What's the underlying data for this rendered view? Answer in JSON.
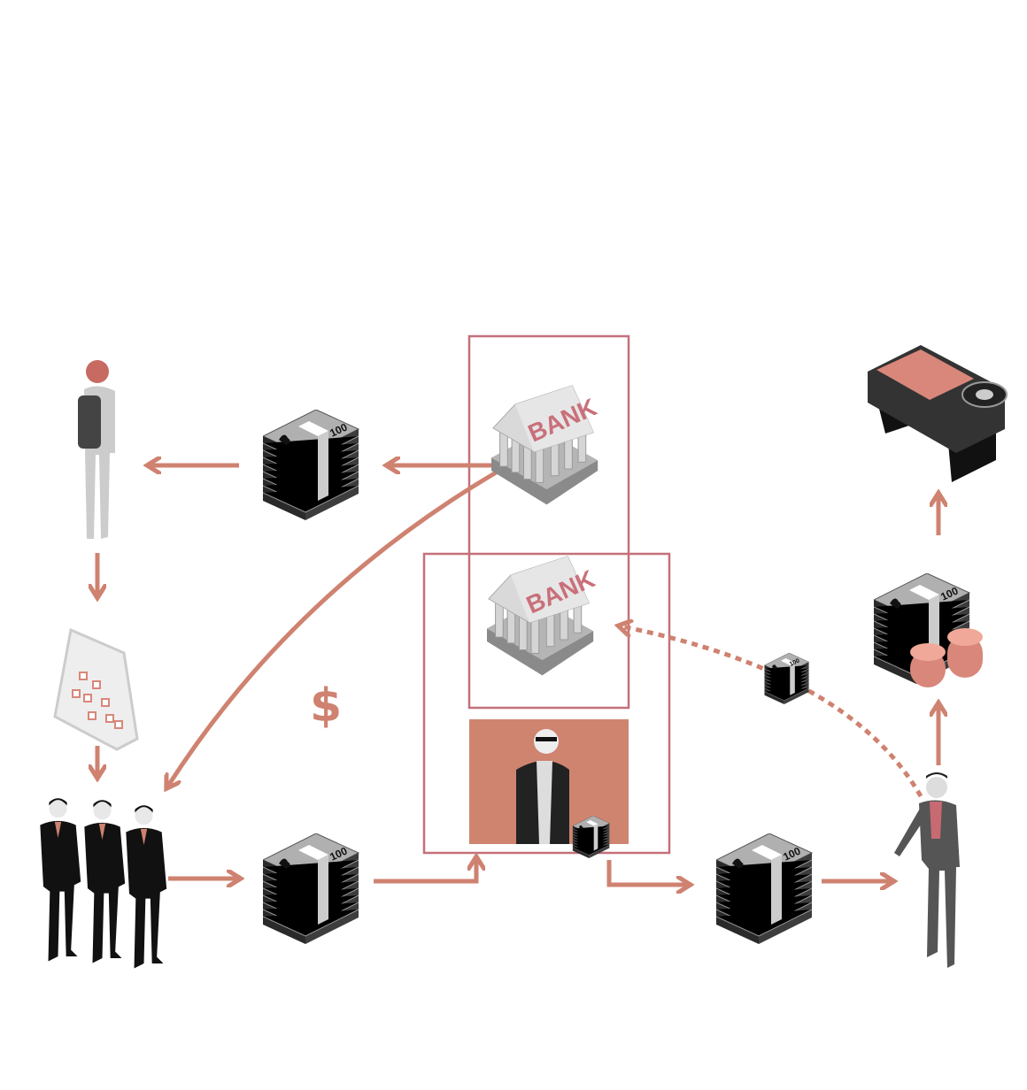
{
  "diagram": {
    "title": "Money laundering flow",
    "bank_top_label": "BANK",
    "bank_bottom_label": "BANK",
    "currency_symbol": "$",
    "bill_denomination": "100"
  },
  "colors": {
    "arrow": "#cf8270",
    "box_stroke": "#c4707a",
    "panel_fill": "#cf8470",
    "bank_text": "#c9707a"
  }
}
